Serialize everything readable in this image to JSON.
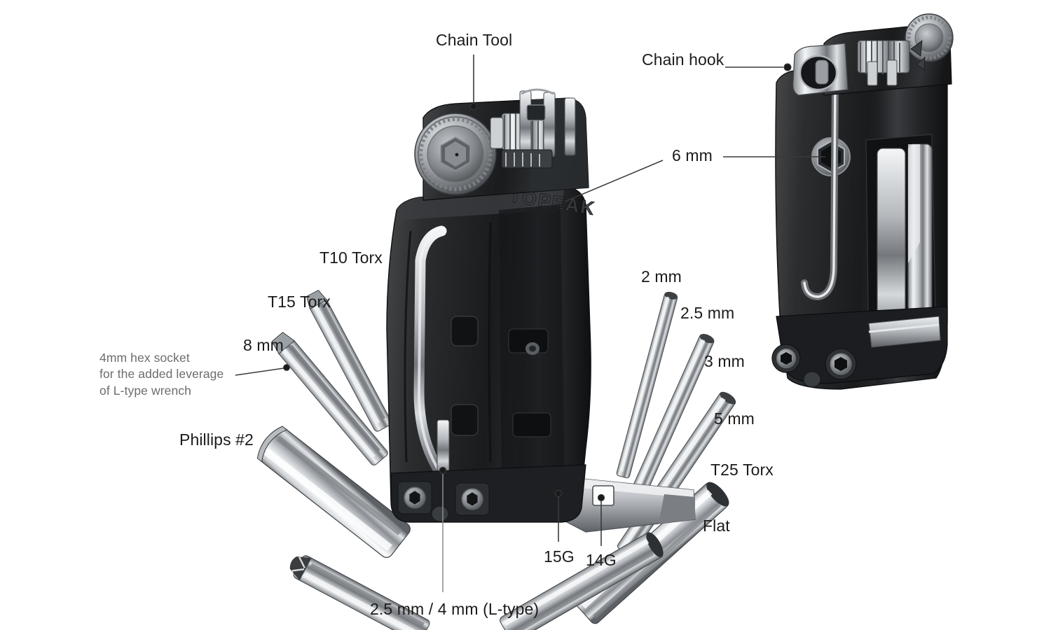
{
  "figure": {
    "kind": "product-exploded-annotation",
    "brand_emboss": "TOPEAK",
    "background_color": "#ffffff",
    "label_color": "#1b1b1b",
    "note_color": "#6d6d6d",
    "leader_color": "#3a3a3a"
  },
  "labels": {
    "chain_tool": "Chain Tool",
    "chain_hook": "Chain hook",
    "hex_6mm": "6 mm",
    "torx_t10": "T10 Torx",
    "torx_t15": "T15 Torx",
    "hex_8mm": "8 mm",
    "hex_socket_note": "4mm hex socket for the added leverage of L-type wrench",
    "phillips": "Phillips #2",
    "hex_2mm": "2 mm",
    "hex_2_5mm": "2.5 mm",
    "hex_3mm": "3 mm",
    "hex_5mm": "5 mm",
    "torx_t25": "T25 Torx",
    "flat": "Flat",
    "spoke_15g": "15G",
    "spoke_14g": "14G",
    "l_type": "2.5 mm / 4 mm (L-type)"
  },
  "note_lines": {
    "line1": "4mm hex socket",
    "line2": "for the added leverage",
    "line3": "of L-type wrench"
  },
  "callouts": [
    {
      "name": "chain-tool",
      "label": "Chain Tool",
      "dot": [
        676,
        152
      ]
    },
    {
      "name": "chain-hook",
      "label": "Chain hook",
      "dot": [
        1124,
        96
      ]
    },
    {
      "name": "hex-6mm",
      "label": "6 mm",
      "dot": [
        1185,
        223
      ]
    },
    {
      "name": "hex-socket-note",
      "label": "4mm hex socket",
      "dot": [
        409,
        523
      ]
    },
    {
      "name": "spoke-15g",
      "label": "15G",
      "dot": [
        797,
        704
      ]
    },
    {
      "name": "spoke-14g",
      "label": "14G",
      "dot": [
        858,
        710
      ]
    },
    {
      "name": "l-type",
      "label": "2.5 mm / 4 mm (L-type)",
      "dot": [
        632,
        672
      ]
    }
  ]
}
